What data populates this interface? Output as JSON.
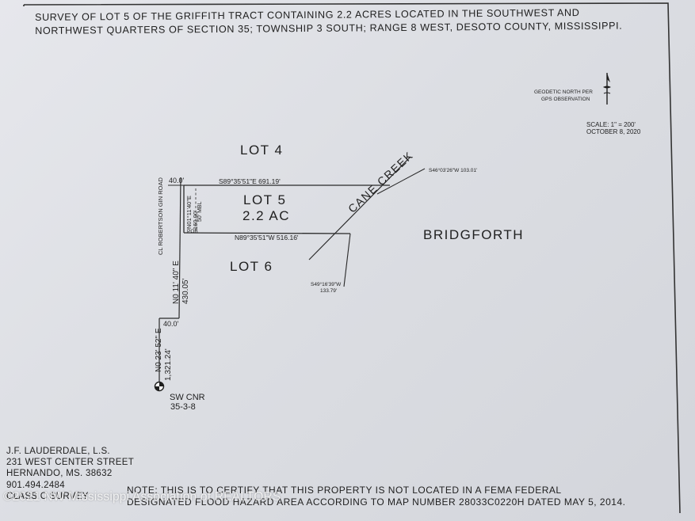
{
  "header": {
    "line1": "SURVEY OF LOT 5 OF THE GRIFFITH TRACT CONTAINING 2.2 ACRES LOCATED IN THE SOUTHWEST AND",
    "line2": "NORTHWEST QUARTERS OF SECTION 35; TOWNSHIP 3 SOUTH; RANGE 8 WEST, DESOTO COUNTY, MISSISSIPPI."
  },
  "north": {
    "line1": "GEODETIC NORTH PER",
    "line2": "GPS OBSERVATION"
  },
  "scale": {
    "line1": "SCALE: 1\" = 200'",
    "line2": "OCTOBER 8, 2020"
  },
  "lots": {
    "lot4": "LOT 4",
    "lot5": "LOT 5",
    "lot5_area": "2.2 AC",
    "lot6": "LOT 6",
    "bridgforth": "BRIDGFORTH",
    "creek": "CANE CREEK"
  },
  "labels": {
    "road": "CL ROBERTSON GIN ROAD",
    "north_bearing": "S89°35'51\"E  691.19'",
    "south_bearing": "N89°35'51\"W  516.16'",
    "ne_bearing": "S46°03'26\"W  103.01'",
    "se_bearing": "S49°16'39\"W",
    "se_distance": "133.79'",
    "west_bearing": "N01°11'40\"E",
    "west_distance": "160.00'",
    "mbl": "50' MBL",
    "pob": "POB",
    "width_top": "40.0'",
    "width_mid": "40.0'",
    "road_bearing_1": "N0 11' 40\" E",
    "road_distance_1": "430.05'",
    "road_bearing_2": "N0 23' 52\" E",
    "road_distance_2": "1,321.24'",
    "corner_1": "SW CNR",
    "corner_2": "35-3-8"
  },
  "surveyor": {
    "name": "J.F. LAUDERDALE, L.S.",
    "street": "231 WEST CENTER STREET",
    "city": "HERNANDO, MS. 38632",
    "phone": "901.494.2484",
    "class": "CLASS C SURVEY"
  },
  "note": {
    "line1": "NOTE:  THIS IS TO CERTIFY THAT THIS PROPERTY IS NOT LOCATED IN A FEMA FEDERAL",
    "line2": "DESIGNATED FLOOD HAZARD AREA ACCORDING TO MAP NUMBER 28033C0220H DATED MAY 5, 2014."
  },
  "watermark": "©2021 NW Mississippi Association of REALTORS"
}
